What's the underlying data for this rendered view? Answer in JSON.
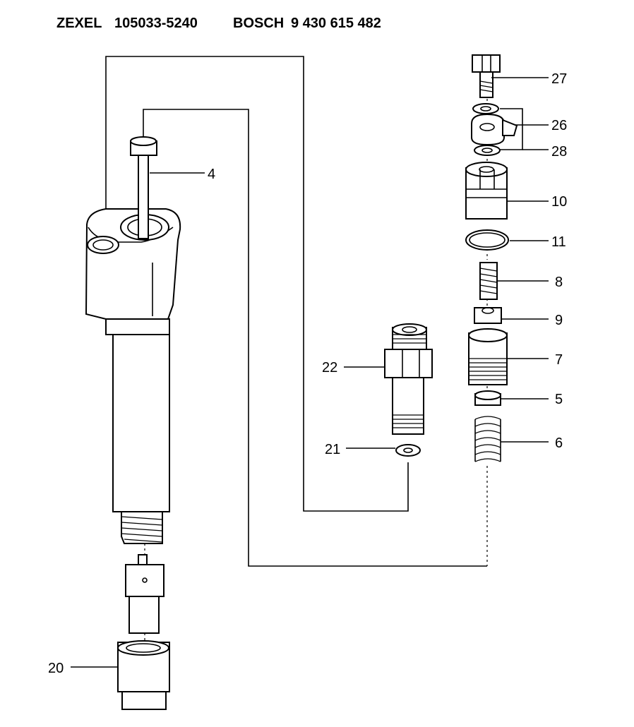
{
  "header": {
    "brand1": "ZEXEL",
    "part1": "105033-5240",
    "brand2": "BOSCH",
    "part2": "9 430 615 482"
  },
  "callouts": {
    "c4": "4",
    "c27": "27",
    "c26": "26",
    "c28": "28",
    "c10": "10",
    "c11": "11",
    "c8": "8",
    "c9": "9",
    "c7": "7",
    "c5": "5",
    "c6": "6",
    "c22": "22",
    "c21": "21",
    "c20": "20"
  }
}
